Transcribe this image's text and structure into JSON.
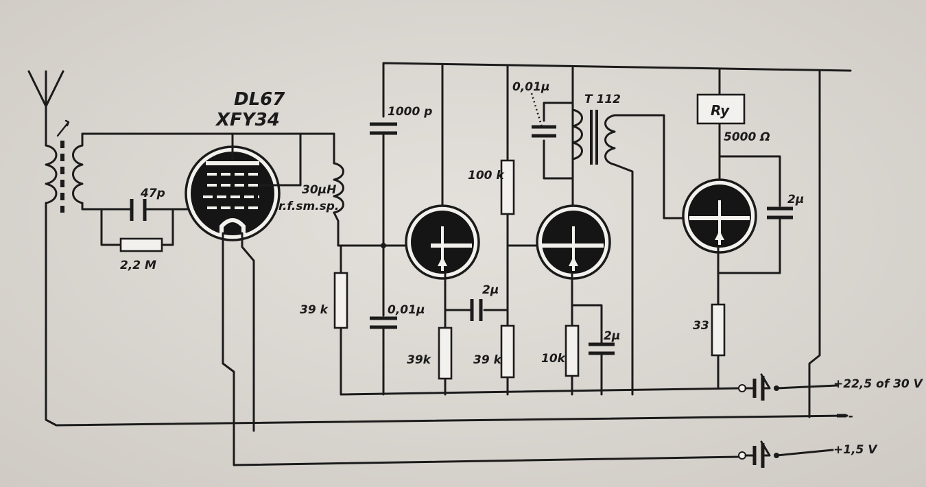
{
  "labels": {
    "tube1_type1": "DL67",
    "tube1_type2": "XFY34",
    "cap_47p": "47p",
    "res_2m2": "2,2 M",
    "choke_value": "30µH",
    "choke_type": "r.f.sm.sp.",
    "cap_1000p": "1000 p",
    "res_100k": "100 k",
    "res_39k_left": "39 k",
    "cap_001_lower": "0,01µ",
    "cap_2u_coupling": "2µ",
    "res_39k_a": "39k",
    "res_39k_b": "39 k",
    "cap_001_upper": "0,01µ",
    "transformer": "T 112",
    "res_10k": "10k",
    "cap_2u_cathode": "2µ",
    "relay": "Ry",
    "relay_ohms": "5000 Ω",
    "cap_2u_right": "2µ",
    "res_33": "33",
    "supply_high": "+22,5 of 30 V",
    "supply_minus": "-",
    "supply_low": "+1,5 V"
  },
  "colors": {
    "paper": "#dcd8d3",
    "ink": "#1b1b1b"
  },
  "icons": [
    "antenna-icon",
    "vacuum-tube-icon",
    "battery-switch-icon",
    "transformer-icon",
    "relay-icon"
  ]
}
